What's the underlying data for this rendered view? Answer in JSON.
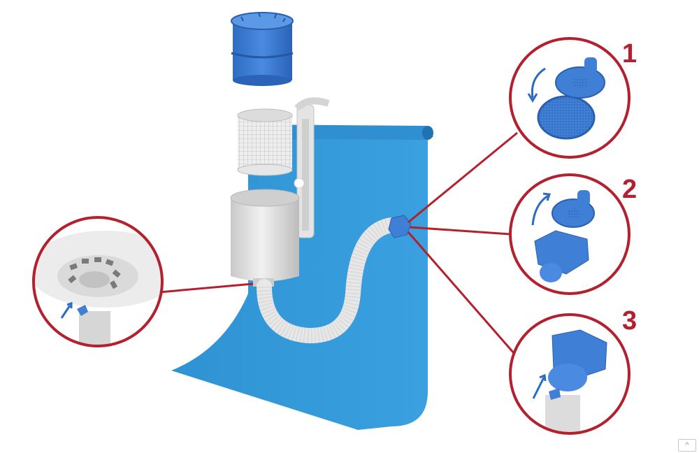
{
  "diagram": {
    "subject": "Above-ground pool skimmer assembly",
    "colors": {
      "callout_red": "#b3202e",
      "liner_blue": "#3399d6",
      "part_blue": "#3f7fd6",
      "part_gray": "#d8d8d8",
      "background": "#ffffff"
    },
    "parts": [
      {
        "id": "lid",
        "label": "Skimmer lid (blue cylinder)"
      },
      {
        "id": "basket",
        "label": "Mesh strainer basket"
      },
      {
        "id": "housing",
        "label": "Skimmer housing"
      },
      {
        "id": "bracket",
        "label": "Wall hanger bracket"
      },
      {
        "id": "hose",
        "label": "Flexible hose"
      },
      {
        "id": "liner",
        "label": "Pool wall / liner"
      },
      {
        "id": "fitting",
        "label": "Wall inlet fitting"
      }
    ],
    "callouts": [
      {
        "id": "detail-left",
        "label": "",
        "description": "Hose connected to skimmer bottom outlet"
      },
      {
        "id": "step-1",
        "label": "1",
        "description": "Unscrew strainer cap from inlet fitting"
      },
      {
        "id": "step-2",
        "label": "2",
        "description": "Screw cap onto nut adapter"
      },
      {
        "id": "step-3",
        "label": "3",
        "description": "Attach hose to adapter"
      }
    ],
    "watermark": "^"
  }
}
